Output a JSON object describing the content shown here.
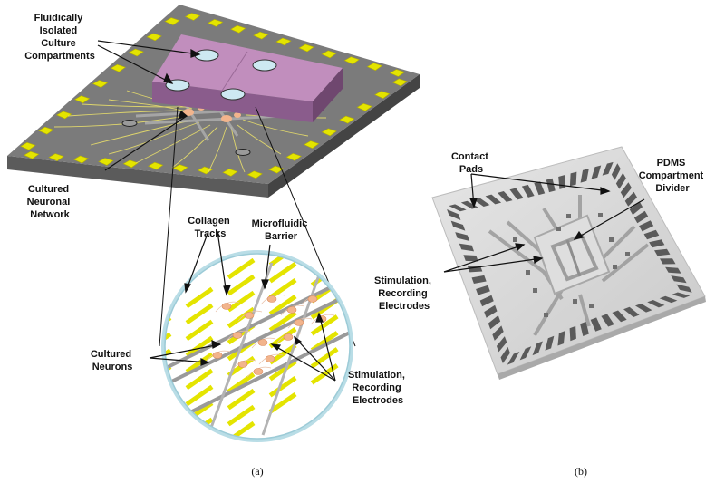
{
  "panel_a": {
    "labels": {
      "compartments": [
        "Fluidically",
        "Isolated",
        "Culture",
        "Compartments"
      ],
      "network": [
        "Cultured",
        "Neuronal",
        "Network"
      ],
      "collagen": [
        "Collagen",
        "Tracks"
      ],
      "barrier": [
        "Microfluidic",
        "Barrier"
      ],
      "neurons": [
        "Cultured",
        "Neurons"
      ],
      "electrodes": [
        "Stimulation,",
        "Recording",
        "Electrodes"
      ]
    },
    "caption": "(a)"
  },
  "panel_b": {
    "labels": {
      "contact_pads": [
        "Contact",
        "Pads"
      ],
      "pdms": [
        "PDMS",
        "Compartment",
        "Divider"
      ],
      "electrodes": [
        "Stimulation,",
        "Recording",
        "Electrodes"
      ]
    },
    "caption": "(b)"
  },
  "colors": {
    "chip": "#7b7b7b",
    "pad": "#e4e400",
    "pdms": "#c58fc1",
    "well": "#cde9f2",
    "neuron": "#f2b48c",
    "zoom_ring": "#b9dde6",
    "photo_pad": "#5a5a5a"
  }
}
